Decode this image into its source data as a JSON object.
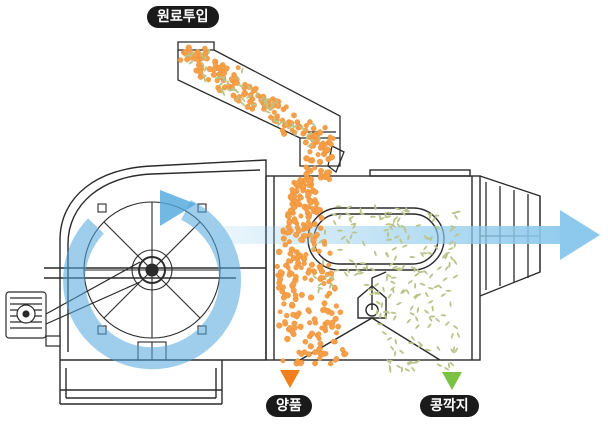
{
  "labels": {
    "input": "원료투입",
    "product": "양품",
    "husk": "콩깍지"
  },
  "colors": {
    "machine_line": "#2a2a2a",
    "bean": "#f5a04a",
    "bean_edge": "#f08a2a",
    "husk": "#b9c58a",
    "air_flow": "#8cc9ec",
    "air_rotation": "#4ea6dc",
    "product_arrow": "#f07f1e",
    "husk_arrow": "#7cc242",
    "label_bg": "#1a1a1a",
    "label_text": "#ffffff"
  },
  "icons": {
    "product_outlet": "down-triangle-arrow",
    "husk_outlet": "down-triangle-arrow",
    "airflow": "right-arrow"
  }
}
